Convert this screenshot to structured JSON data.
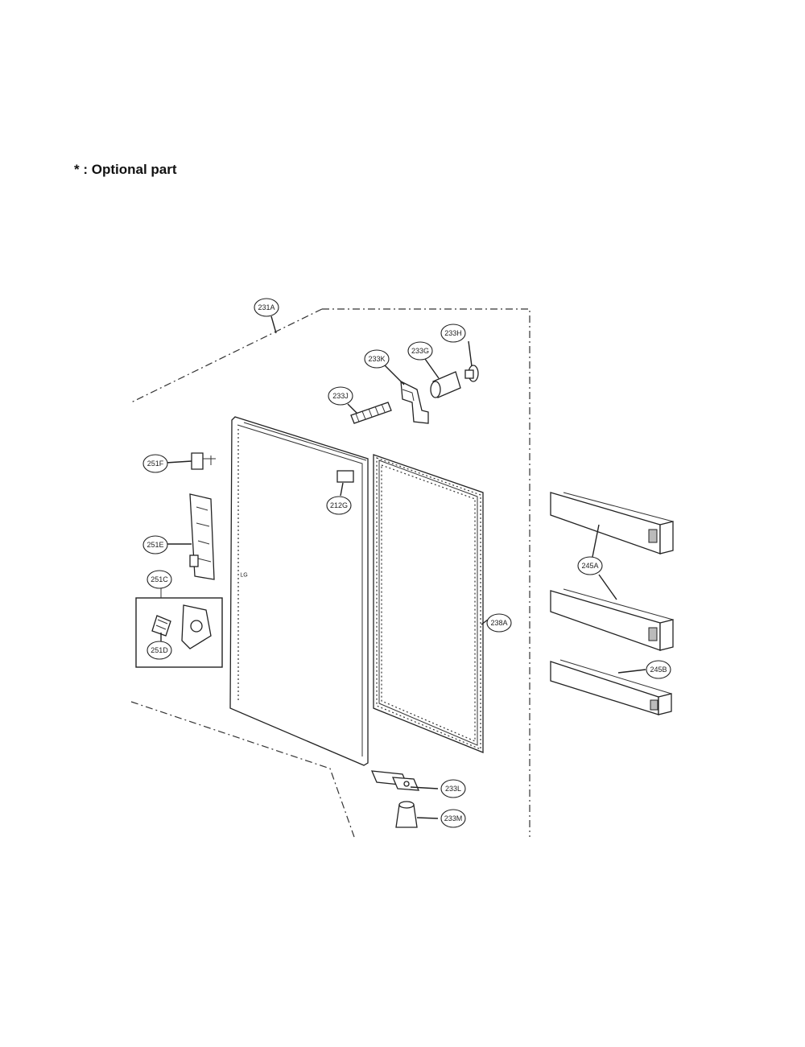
{
  "note": "* : Optional part",
  "labels": {
    "l231A": "231A",
    "l233H": "233H",
    "l233G": "233G",
    "l233K": "233K",
    "l233J": "233J",
    "l251F": "251F",
    "l212G": "212G",
    "l251E": "251E",
    "l251C": "251C",
    "l251D": "251D",
    "l238A": "238A",
    "l245A": "245A",
    "l245B": "245B",
    "l233L": "233L",
    "l233M": "233M"
  }
}
